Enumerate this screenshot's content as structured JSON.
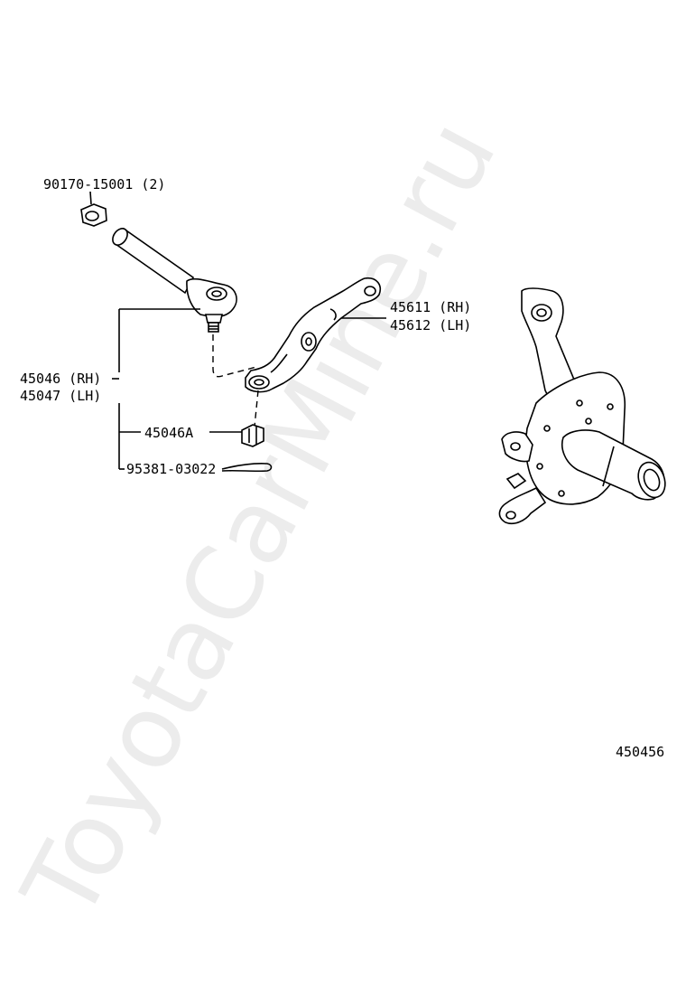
{
  "diagram": {
    "watermark": "ToyotaCarMine.ru",
    "figure_number": "450456",
    "labels": {
      "nut": "90170-15001 (2)",
      "knuckle_arm_rh": "45611 (RH)",
      "knuckle_arm_lh": "45612 (LH)",
      "tie_rod_end_rh": "45046 (RH)",
      "tie_rod_end_lh": "45047 (LH)",
      "castle_nut": "45046A",
      "cotter_pin": "95381-03022"
    }
  }
}
